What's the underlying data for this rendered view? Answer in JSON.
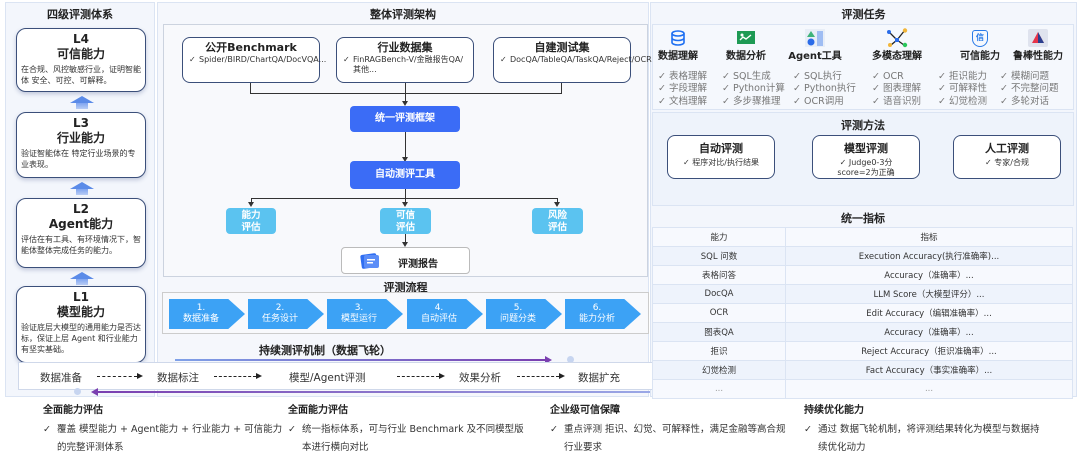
{
  "sections": {
    "levels_title": "四级评测体系",
    "framework_title": "整体评测架构",
    "tasks_title": "评测任务",
    "flow_title": "评测流程",
    "flywheel_title": "持续测评机制（数据飞轮）",
    "methods_title": "评测方法",
    "metrics_title": "统一指标"
  },
  "levels": [
    {
      "level": "L4",
      "name": "可信能力",
      "desc": "在合规、风控敏感行业，证明智能体 安全、可控、可解释。"
    },
    {
      "level": "L3",
      "name": "行业能力",
      "desc": "验证智能体在 特定行业场景的专业表现。"
    },
    {
      "level": "L2",
      "name": "Agent能力",
      "desc": "评估在有工具、有环境情况下，智能体整体完成任务的能力。"
    },
    {
      "level": "L1",
      "name": "模型能力",
      "desc": "验证底层大模型的通用能力是否达标，保证上层 Agent 和行业能力有坚实基础。"
    }
  ],
  "framework": {
    "sources": [
      {
        "title": "公开Benchmark",
        "desc": "Spider/BIRD/ChartQA/DocVQA..."
      },
      {
        "title": "行业数据集",
        "desc": "FinRAGBench-V/金融报告QA/其他..."
      },
      {
        "title": "自建测试集",
        "desc": "DocQA/TableQA/TaskQA/Reject/OCR..."
      }
    ],
    "unified_framework": "统一评测框架",
    "auto_tool": "自动测评工具",
    "evals": [
      "能力\n评估",
      "可信\n评估",
      "风险\n评估"
    ],
    "report": "评测报告",
    "check": "✓"
  },
  "flow_steps": [
    {
      "num": "1.",
      "label": "数据准备"
    },
    {
      "num": "2.",
      "label": "任务设计"
    },
    {
      "num": "3.",
      "label": "模型运行"
    },
    {
      "num": "4.",
      "label": "自动评估"
    },
    {
      "num": "5.",
      "label": "问题分类"
    },
    {
      "num": "6.",
      "label": "能力分析"
    }
  ],
  "flywheel": [
    "数据准备",
    "数据标注",
    "模型/Agent评测",
    "效果分析",
    "数据扩充"
  ],
  "tasks": [
    {
      "name": "数据理解",
      "icon": "database-icon",
      "items": [
        "表格理解",
        "字段理解",
        "文档理解"
      ]
    },
    {
      "name": "数据分析",
      "icon": "chart-board-icon",
      "items": [
        "SQL生成",
        "Python计算",
        "多步骤推理"
      ]
    },
    {
      "name": "Agent工具",
      "icon": "shapes-icon",
      "items": [
        "SQL执行",
        "Python执行",
        "OCR调用"
      ]
    },
    {
      "name": "多模态理解",
      "icon": "network-icon",
      "items": [
        "OCR",
        "图表理解",
        "语音识别"
      ]
    },
    {
      "name": "可信能力",
      "icon": "shield-icon",
      "items": [
        "拒识能力",
        "可解释性",
        "幻觉检测"
      ]
    },
    {
      "name": "鲁棒性能力",
      "icon": "triangle-icon",
      "items": [
        "模糊问题",
        "不完整问题",
        "多轮对话"
      ]
    }
  ],
  "shield_char": "信",
  "methods": [
    {
      "title": "自动评测",
      "desc": [
        "程序对比/执行结果"
      ]
    },
    {
      "title": "模型评测",
      "desc": [
        "Judge0-3分",
        "score=2为正确"
      ]
    },
    {
      "title": "人工评测",
      "desc": [
        "专家/合规"
      ]
    }
  ],
  "metrics": {
    "headers": [
      "能力",
      "指标"
    ],
    "rows": [
      [
        "SQL 问数",
        "Execution Accuracy(执行准确率)..."
      ],
      [
        "表格问答",
        "Accuracy（准确率）..."
      ],
      [
        "DocQA",
        "LLM Score（大模型评分）..."
      ],
      [
        "OCR",
        "Edit Accuracy（编辑准确率）..."
      ],
      [
        "图表QA",
        "Accuracy（准确率）..."
      ],
      [
        "拒识",
        "Reject Accuracy（拒识准确率）..."
      ],
      [
        "幻觉检测",
        "Fact Accuracy（事实准确率）..."
      ],
      [
        "...",
        "..."
      ]
    ]
  },
  "highlights": [
    {
      "title": "全面能力评估",
      "desc": "覆盖 模型能力 + Agent能力 + 行业能力 + 可信能力 的完整评测体系"
    },
    {
      "title": "全面能力评估",
      "desc": "统一指标体系，可与行业 Benchmark 及不同模型版本进行横向对比"
    },
    {
      "title": "企业级可信保障",
      "desc": "重点评测 拒识、幻觉、可解释性，满足金融等高合规行业要求"
    },
    {
      "title": "持续优化能力",
      "desc": "通过 数据飞轮机制，将评测结果转化为模型与数据持续优化动力"
    }
  ],
  "colors": {
    "primary": "#3b6cf6",
    "secondary": "#5bc3f0",
    "flow": "#3ca2f5",
    "border": "#3b4f7a",
    "flywheel": "#7a3fb0"
  }
}
